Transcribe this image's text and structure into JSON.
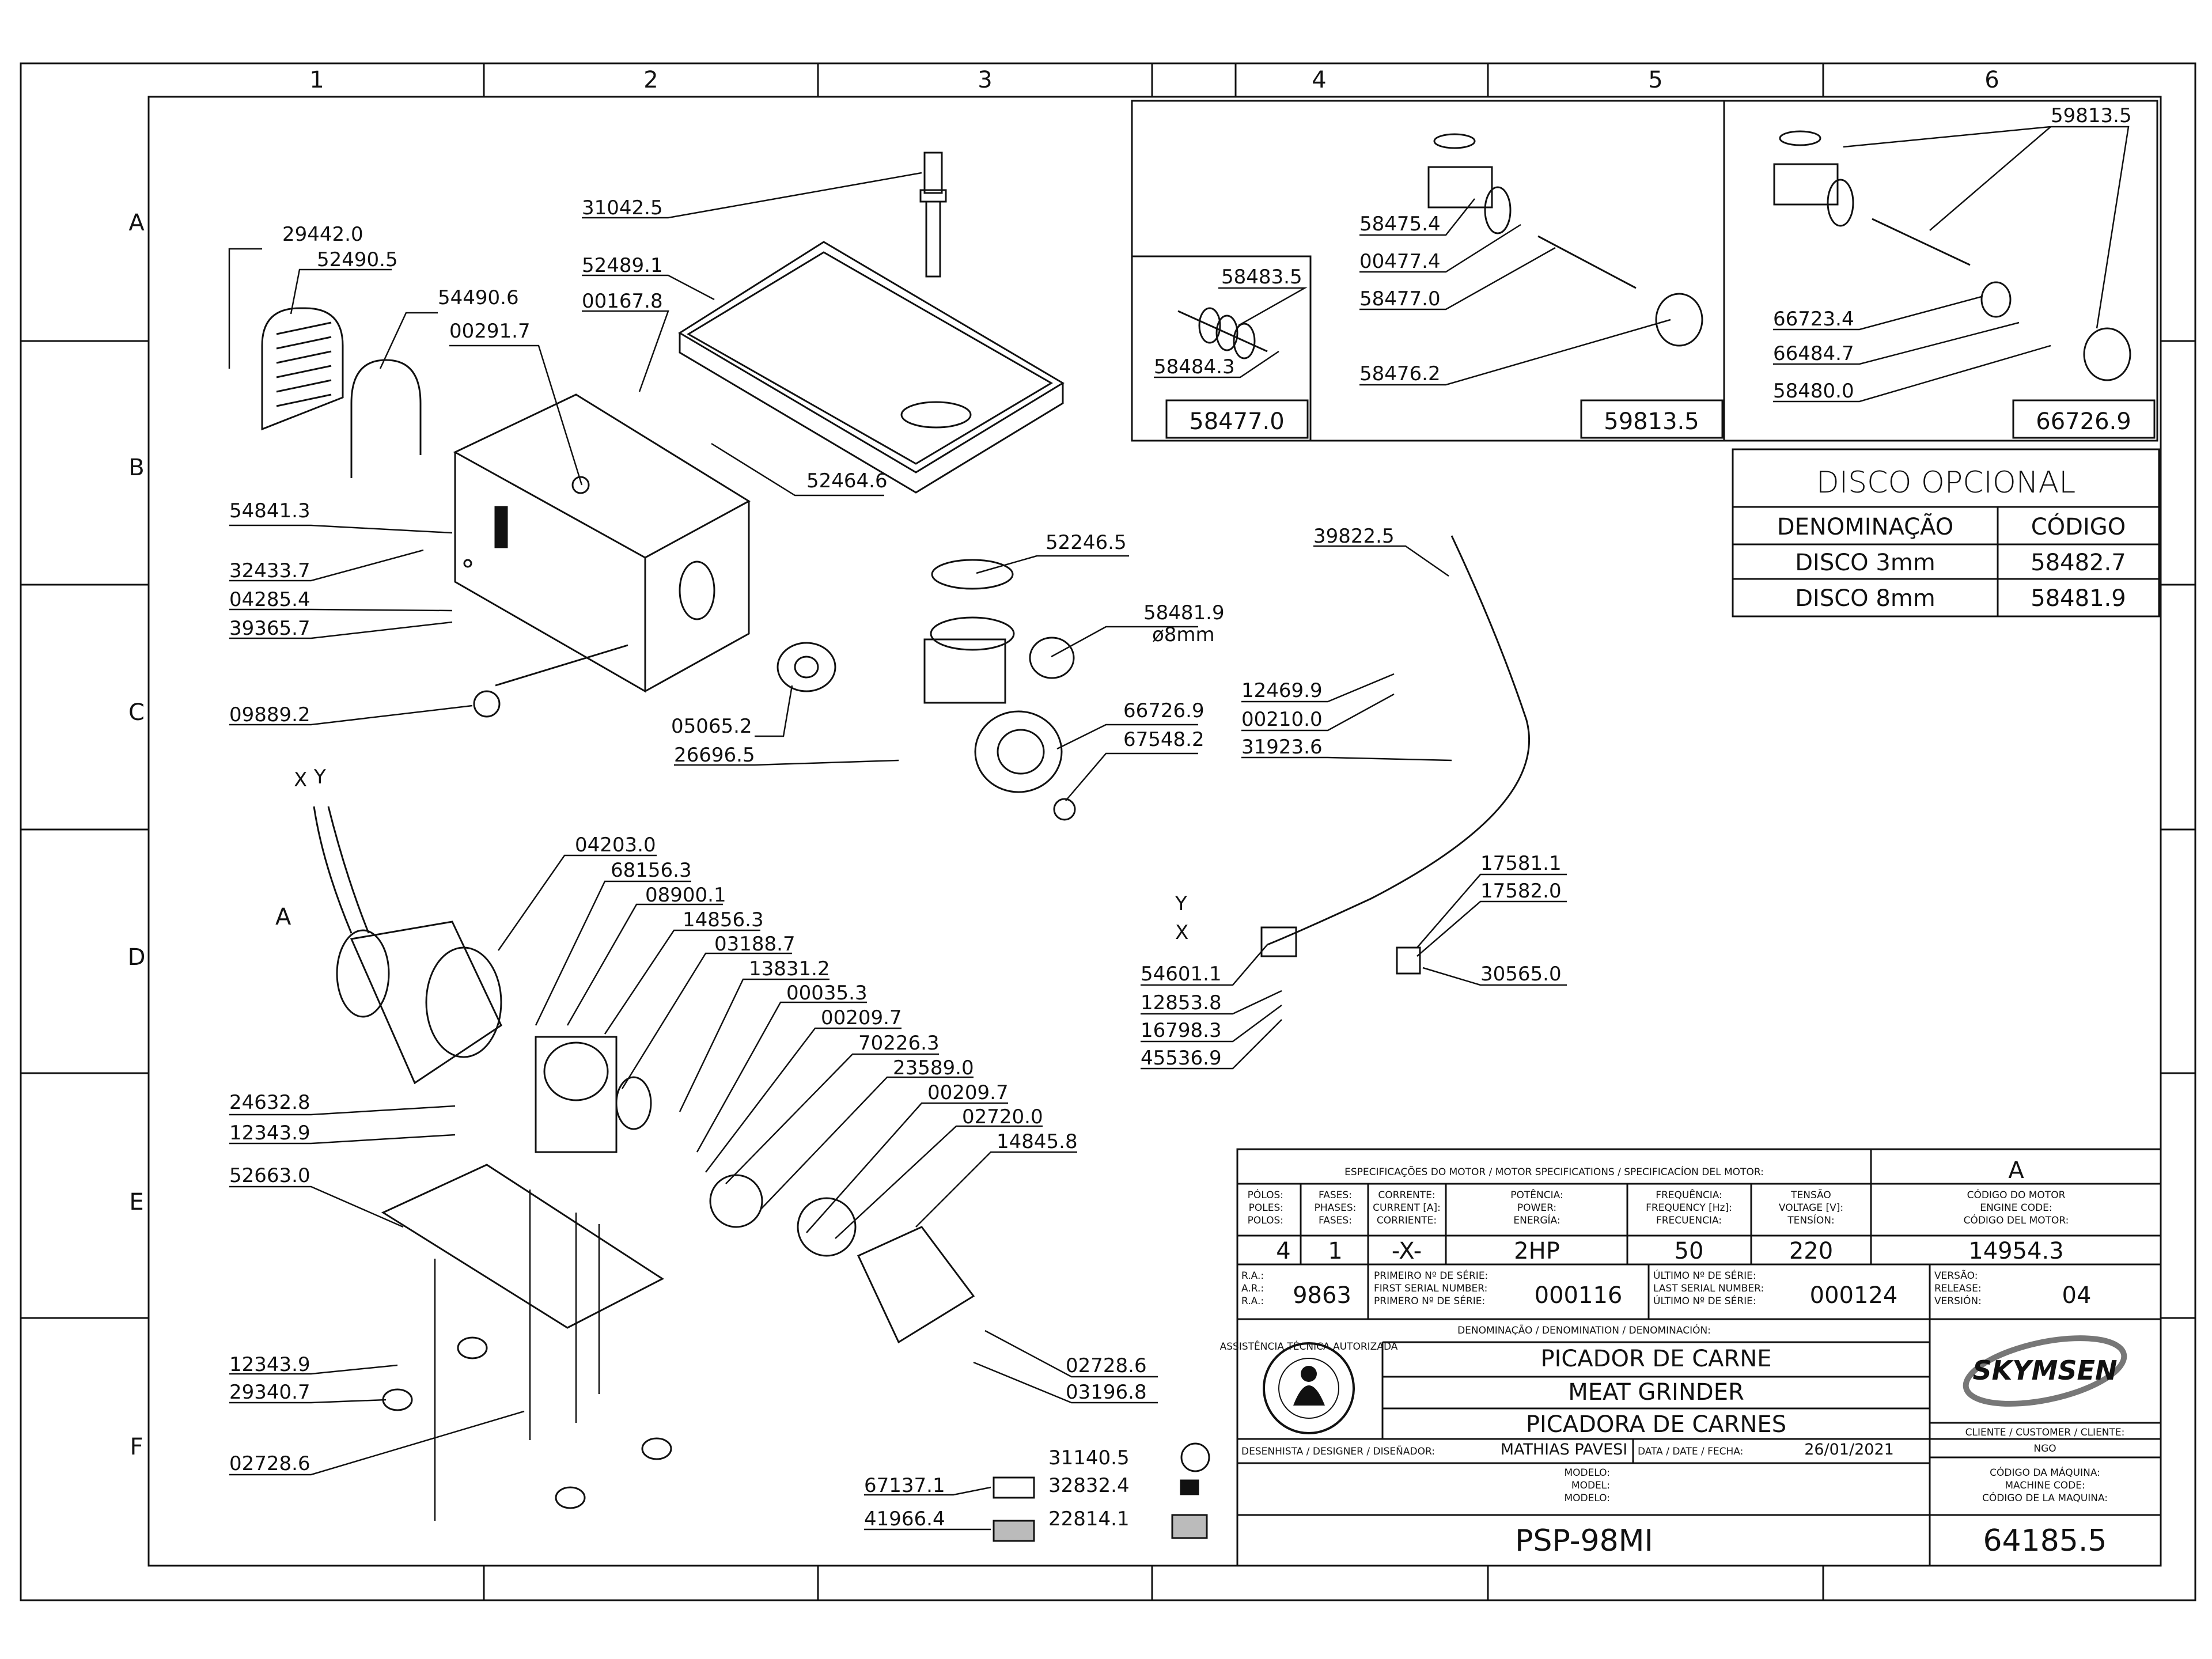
{
  "zones": {
    "columns": [
      "1",
      "2",
      "3",
      "4",
      "5",
      "6"
    ],
    "rows": [
      "A",
      "B",
      "C",
      "D",
      "E",
      "F"
    ]
  },
  "part_labels": [
    {
      "id": "31042.5",
      "name": "callout-31042-5"
    },
    {
      "id": "29442.0",
      "name": "callout-29442-0"
    },
    {
      "id": "52490.5",
      "name": "callout-52490-5"
    },
    {
      "id": "52489.1",
      "name": "callout-52489-1"
    },
    {
      "id": "00167.8",
      "name": "callout-00167-8"
    },
    {
      "id": "54490.6",
      "name": "callout-54490-6"
    },
    {
      "id": "00291.7",
      "name": "callout-00291-7"
    },
    {
      "id": "52464.6",
      "name": "callout-52464-6"
    },
    {
      "id": "54841.3",
      "name": "callout-54841-3"
    },
    {
      "id": "32433.7",
      "name": "callout-32433-7"
    },
    {
      "id": "04285.4",
      "name": "callout-04285-4"
    },
    {
      "id": "39365.7",
      "name": "callout-39365-7"
    },
    {
      "id": "52246.5",
      "name": "callout-52246-5"
    },
    {
      "id": "58481.9",
      "name": "callout-58481-9"
    },
    {
      "id": "ø8mm",
      "name": "callout-8mm"
    },
    {
      "id": "09889.2",
      "name": "callout-09889-2"
    },
    {
      "id": "05065.2",
      "name": "callout-05065-2"
    },
    {
      "id": "26696.5",
      "name": "callout-26696-5"
    },
    {
      "id": "66726.9",
      "name": "callout-66726-9"
    },
    {
      "id": "67548.2",
      "name": "callout-67548-2"
    },
    {
      "id": "04203.0",
      "name": "callout-04203-0"
    },
    {
      "id": "68156.3",
      "name": "callout-68156-3"
    },
    {
      "id": "08900.1",
      "name": "callout-08900-1"
    },
    {
      "id": "14856.3",
      "name": "callout-14856-3"
    },
    {
      "id": "03188.7",
      "name": "callout-03188-7"
    },
    {
      "id": "13831.2",
      "name": "callout-13831-2"
    },
    {
      "id": "00035.3",
      "name": "callout-00035-3"
    },
    {
      "id": "00209.7",
      "name": "callout-00209-7-a"
    },
    {
      "id": "70226.3",
      "name": "callout-70226-3"
    },
    {
      "id": "23589.0",
      "name": "callout-23589-0"
    },
    {
      "id": "00209.7",
      "name": "callout-00209-7-b"
    },
    {
      "id": "02720.0",
      "name": "callout-02720-0"
    },
    {
      "id": "14845.8",
      "name": "callout-14845-8"
    },
    {
      "id": "24632.8",
      "name": "callout-24632-8"
    },
    {
      "id": "12343.9",
      "name": "callout-12343-9-a"
    },
    {
      "id": "52663.0",
      "name": "callout-52663-0"
    },
    {
      "id": "12343.9",
      "name": "callout-12343-9-b"
    },
    {
      "id": "29340.7",
      "name": "callout-29340-7"
    },
    {
      "id": "02728.6",
      "name": "callout-02728-6-a"
    },
    {
      "id": "02728.6",
      "name": "callout-02728-6-b"
    },
    {
      "id": "03196.8",
      "name": "callout-03196-8"
    },
    {
      "id": "31140.5",
      "name": "callout-31140-5"
    },
    {
      "id": "67137.1",
      "name": "callout-67137-1"
    },
    {
      "id": "32832.4",
      "name": "callout-32832-4"
    },
    {
      "id": "41966.4",
      "name": "callout-41966-4"
    },
    {
      "id": "22814.1",
      "name": "callout-22814-1"
    },
    {
      "id": "39822.5",
      "name": "callout-39822-5"
    },
    {
      "id": "12469.9",
      "name": "callout-12469-9"
    },
    {
      "id": "00210.0",
      "name": "callout-00210-0"
    },
    {
      "id": "31923.6",
      "name": "callout-31923-6"
    },
    {
      "id": "17581.1",
      "name": "callout-17581-1"
    },
    {
      "id": "17582.0",
      "name": "callout-17582-0"
    },
    {
      "id": "54601.1",
      "name": "callout-54601-1"
    },
    {
      "id": "30565.0",
      "name": "callout-30565-0"
    },
    {
      "id": "12853.8",
      "name": "callout-12853-8"
    },
    {
      "id": "16798.3",
      "name": "callout-16798-3"
    },
    {
      "id": "45536.9",
      "name": "callout-45536-9"
    },
    {
      "id": "58483.5",
      "name": "callout-58483-5"
    },
    {
      "id": "58484.3",
      "name": "callout-58484-3"
    },
    {
      "id": "58475.4",
      "name": "callout-58475-4"
    },
    {
      "id": "00477.4",
      "name": "callout-00477-4"
    },
    {
      "id": "58477.0",
      "name": "callout-58477-0"
    },
    {
      "id": "58476.2",
      "name": "callout-58476-2"
    },
    {
      "id": "59813.5",
      "name": "callout-59813-5"
    },
    {
      "id": "66723.4",
      "name": "callout-66723-4"
    },
    {
      "id": "66484.7",
      "name": "callout-66484-7"
    },
    {
      "id": "58480.0",
      "name": "callout-58480-0"
    }
  ],
  "markers": {
    "A": "A",
    "X": "X",
    "Y": "Y"
  },
  "detail_boxes": {
    "a": "58477.0",
    "b": "59813.5",
    "c": "66726.9"
  },
  "disco": {
    "title": "DISCO  OPCIONAL",
    "head_name": "DENOMINAÇÃO",
    "head_code": "CÓDIGO",
    "rows": [
      {
        "name": "DISCO  3mm",
        "code": "58482.7"
      },
      {
        "name": "DISCO  8mm",
        "code": "58481.9"
      }
    ]
  },
  "title_block": {
    "motor_header": "ESPECIFICAÇÕES DO MOTOR / MOTOR SPECIFICATIONS / SPECIFICACÍON DEL MOTOR:",
    "engine_letter": "A",
    "h_polos": [
      "PÓLOS:",
      "POLES:",
      "POLOS:"
    ],
    "h_fases": [
      "FASES:",
      "PHASES:",
      "FASES:"
    ],
    "h_corrente": [
      "CORRENTE:",
      "CURRENT [A]:",
      "CORRIENTE:"
    ],
    "h_potencia": [
      "POTÊNCIA:",
      "POWER:",
      "ENERGÍA:"
    ],
    "h_freq": [
      "FREQUÊNCIA:",
      "FREQUENCY [Hz]:",
      "FRECUENCIA:"
    ],
    "h_tensao": [
      "TENSÃO",
      "VOLTAGE [V]:",
      "TENSÍON:"
    ],
    "h_engine": [
      "CÓDIGO DO MOTOR",
      "ENGINE CODE:",
      "CÓDIGO DEL MOTOR:"
    ],
    "v_polos": "4",
    "v_fases": "1",
    "v_corrente": "-X-",
    "v_potencia": "2HP",
    "v_freq": "50",
    "v_tensao": "220",
    "v_engine": "14954.3",
    "h_ra": [
      "R.A.:",
      "A.R.:",
      "R.A.:"
    ],
    "v_ra": "9863",
    "h_first": [
      "PRIMEIRO Nº DE SÉRIE:",
      "FIRST SERIAL NUMBER:",
      "PRIMERO Nº DE SÉRIE:"
    ],
    "v_first": "000116",
    "h_last": [
      "ÚLTIMO Nº DE SÉRIE:",
      "LAST SERIAL NUMBER:",
      "ÚLTIMO Nº DE SÉRIE:"
    ],
    "v_last": "000124",
    "h_version": [
      "VERSÃO:",
      "RELEASE:",
      "VERSIÓN:"
    ],
    "v_version": "04",
    "denom_header": "DENOMINAÇÃO / DENOMINATION / DENOMINACIÓN:",
    "names": [
      "PICADOR DE CARNE",
      "MEAT GRINDER",
      "PICADORA DE CARNES"
    ],
    "seal_text": "ASSISTÊNCIA TÉCNICA AUTORIZADA",
    "brand": "SKYMSEN",
    "h_designer": "DESENHISTA / DESIGNER / DISEÑADOR:",
    "v_designer": "MATHIAS PAVESI",
    "h_date": "DATA / DATE / FECHA:",
    "v_date": "26/01/2021",
    "h_client": "CLIENTE / CUSTOMER / CLIENTE:",
    "v_client": "NGO",
    "h_model": [
      "MODELO:",
      "MODEL:",
      "MODELO:"
    ],
    "v_model": "PSP-98MI",
    "h_machine": [
      "CÓDIGO DA MÁQUINA:",
      "MACHINE CODE:",
      "CÓDIGO DE LA MAQUINA:"
    ],
    "v_machine": "64185.5"
  },
  "colors": {
    "ink": "#111111",
    "paper": "#ffffff",
    "shade": "#d8d8d8"
  }
}
